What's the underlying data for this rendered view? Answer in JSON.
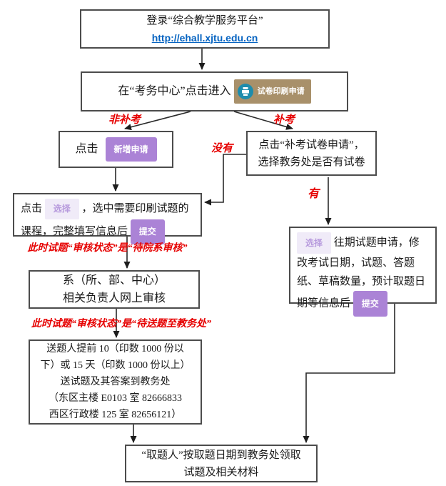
{
  "colors": {
    "box_border": "#4c4c4c",
    "red_label": "#e60000",
    "link_blue": "#0563c1",
    "badge_tan_bg": "#a8906a",
    "badge_icon_teal": "#1e8cac",
    "badge_purple_bg": "#ab83d6",
    "badge_light_bg": "#f0ebf8",
    "badge_light_text": "#b79add"
  },
  "flow": {
    "login_box": {
      "title": "登录“综合教学服务平台”",
      "link": "http://ehall.xjtu.edu.cn"
    },
    "center_box": {
      "text": "在“考务中心”点击进入",
      "badge_label": "试卷印刷申请",
      "badge_icon": "printer-icon"
    },
    "labels": {
      "non_makeup": "非补考",
      "makeup": "补考",
      "no_paper": "没有",
      "has_paper": "有"
    },
    "new_apply_box": {
      "text": "点击",
      "badge_label": "新增申请"
    },
    "makeup_box": {
      "line1": "点击“补考试卷申请”，",
      "line2": "选择教务处是否有试卷"
    },
    "select_box": {
      "text_before": "点击 ",
      "select_badge": "选择",
      "text_middle": " ，选中需要印刷试题的课程，完整填写信息后 ",
      "submit_badge": "提交"
    },
    "status_note_1": "此时试题“审核状态”是“待院系审核”",
    "dept_box": {
      "line1": "系（所、部、中心）",
      "line2": "相关负责人网上审核"
    },
    "status_note_2": "此时试题“审核状态”是“待送题至教务处”",
    "delivery_box": {
      "lines": [
        "送题人提前 10（印数 1000 份以",
        "下）或 15 天（印数 1000 份以上）",
        "送试题及其答案到教务处",
        "（东区主楼 E0103 室 82666833",
        "西区行政楼 125 室 82656121）"
      ]
    },
    "past_paper_box": {
      "select_badge": "选择",
      "text": " 往期试题申请，修改考试日期，试题、答题纸、草稿数量，预计取题日期等信息后 ",
      "submit_badge": "提交"
    },
    "pickup_box": {
      "line1": "“取题人”按取题日期到教务处领取",
      "line2": "试题及相关材料"
    }
  }
}
